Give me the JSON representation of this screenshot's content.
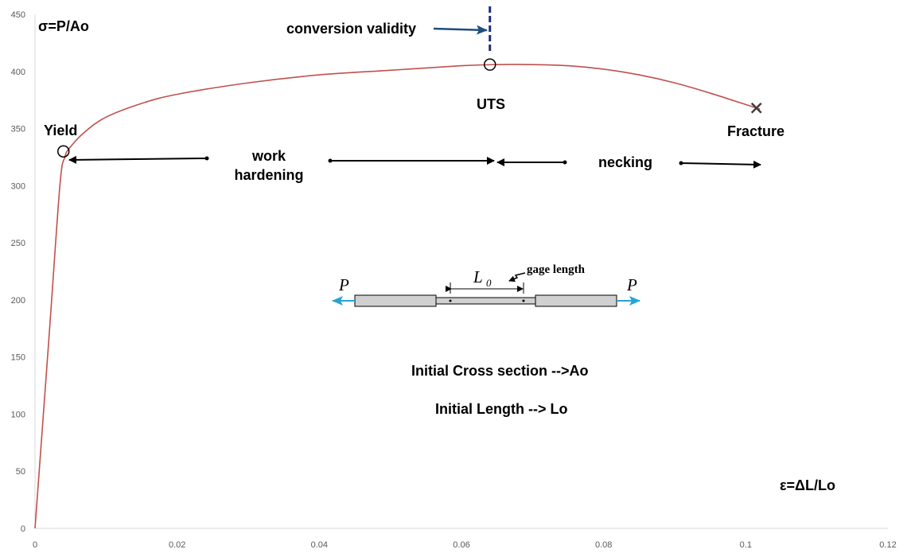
{
  "chart_data": {
    "type": "line",
    "title": "",
    "xlabel": "ε=ΔL/Lo",
    "ylabel": "σ=P/Ao",
    "xlim": [
      0,
      0.12
    ],
    "ylim": [
      0,
      450
    ],
    "x_ticks": [
      "0",
      "0.02",
      "0.04",
      "0.06",
      "0.08",
      "0.1",
      "0.12"
    ],
    "y_ticks": [
      "0",
      "50",
      "100",
      "150",
      "200",
      "250",
      "300",
      "350",
      "400",
      "450"
    ],
    "grid": false,
    "series": [
      {
        "name": "",
        "color": "#c0504d",
        "x": [
          0,
          0.002,
          0.0035,
          0.0042,
          0.005,
          0.007,
          0.01,
          0.015,
          0.02,
          0.03,
          0.04,
          0.05,
          0.06,
          0.065,
          0.07,
          0.075,
          0.08,
          0.085,
          0.09,
          0.095,
          0.1,
          0.102
        ],
        "y": [
          0,
          170,
          300,
          325,
          334,
          347,
          360,
          372,
          380,
          390,
          397,
          401,
          405,
          406,
          406,
          405,
          402,
          397,
          390,
          381,
          371,
          367
        ]
      }
    ],
    "markers": {
      "yield": {
        "x": 0.004,
        "y": 330
      },
      "uts": {
        "x": 0.064,
        "y": 406
      },
      "fracture": {
        "x": 0.1015,
        "y": 368
      },
      "conversion_validity_x": 0.064
    },
    "annotations": {
      "yield": "Yield",
      "uts": "UTS",
      "fracture": "Fracture",
      "conversion_validity": "conversion validity",
      "work_hardening_1": "work",
      "work_hardening_2": "hardening",
      "necking": "necking",
      "cross_section": "Initial Cross section -->Ao",
      "length": "Initial Length --> Lo"
    },
    "specimen": {
      "load_left": "P",
      "load_right": "P",
      "gauge_symbol": "L",
      "gauge_subscript": "0",
      "gauge_label": "gage length"
    }
  },
  "colors": {
    "curve": "#c0504d",
    "axis": "#d9d9d9",
    "validity_line": "#1f2d7a",
    "callout_arrow": "#1f4e79",
    "load_arrow": "#29a3d6",
    "specimen_fill": "#d0d0d0"
  }
}
